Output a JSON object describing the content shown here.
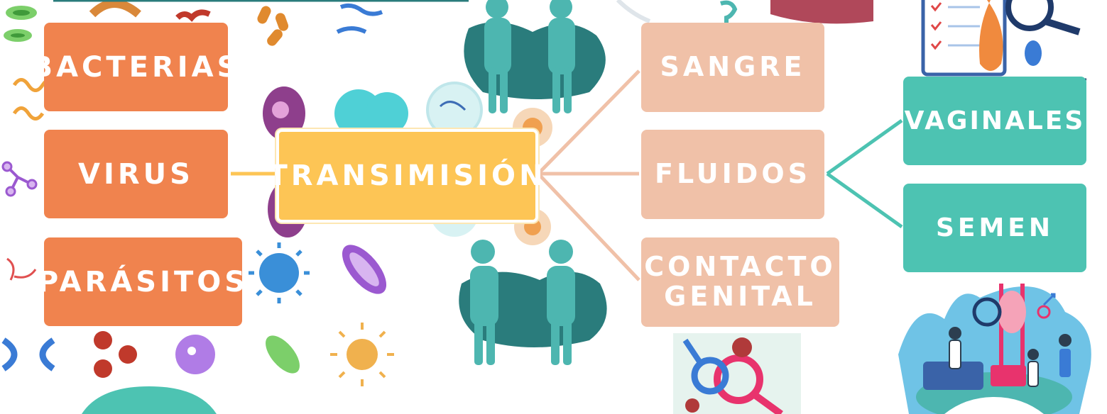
{
  "causes": [
    "BACTERIAS",
    "VIRUS",
    "PARÁSITOS"
  ],
  "central": "TRANSIMISIÓN",
  "routes": {
    "blood": "SANGRE",
    "fluids": "FLUIDOS",
    "contact": [
      "CONTACTO",
      "GENITAL"
    ]
  },
  "fluid_types": [
    "VAGINALES",
    "SEMEN"
  ],
  "colors": {
    "causes": "#f0834e",
    "central": "#fdc555",
    "routes": "#f0c1a8",
    "fluid_types": "#4dc3b2",
    "connector_orange": "#fdc555",
    "connector_peach": "#f0c1a8",
    "connector_teal": "#4dc3b2"
  },
  "icons": [
    "bacteria-icon",
    "virus-icon",
    "couple-icon",
    "gender-symbols-icon",
    "checklist-icon",
    "medical-team-icon"
  ]
}
